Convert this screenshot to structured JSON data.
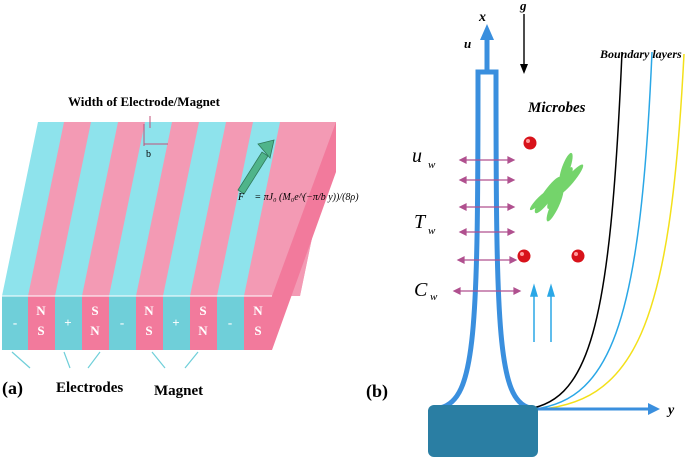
{
  "panel_a": {
    "label": "(a)",
    "width_label": "Width of Electrode/Magnet",
    "b_label": "b",
    "force_label": "F⃗ = πJ₀ (M₀e^(−π/b y))/(8ρ)",
    "strip_labels": [
      "-",
      "N|S",
      "+",
      "S|N",
      "-",
      "N|S",
      "+",
      "S|N",
      "-",
      "N|S"
    ],
    "electrodes_label": "Electrodes",
    "magnet_label": "Magnet",
    "colors": {
      "electrode": "#8ee3ec",
      "magnet": "#f39ab4",
      "magnet_side": "#f27a9c",
      "electrode_side": "#6fcfd9"
    }
  },
  "panel_b": {
    "label": "(b)",
    "x_label": "x",
    "y_label": "y",
    "u_label": "u",
    "g_label": "g",
    "uw_label": "u",
    "uw_sub": "w",
    "tw_label": "T",
    "tw_sub": "w",
    "cw_label": "C",
    "cw_sub": "w",
    "microbes_label": "Microbes",
    "boundary_label": "Boundary layers",
    "colors": {
      "plate": "#3a8fde",
      "base": "#2a7ea3",
      "arrows": "#b0508f",
      "microbe": "#d8121a",
      "layer1": "#000000",
      "layer2": "#2aa7e6",
      "layer3": "#f3e01a"
    }
  }
}
